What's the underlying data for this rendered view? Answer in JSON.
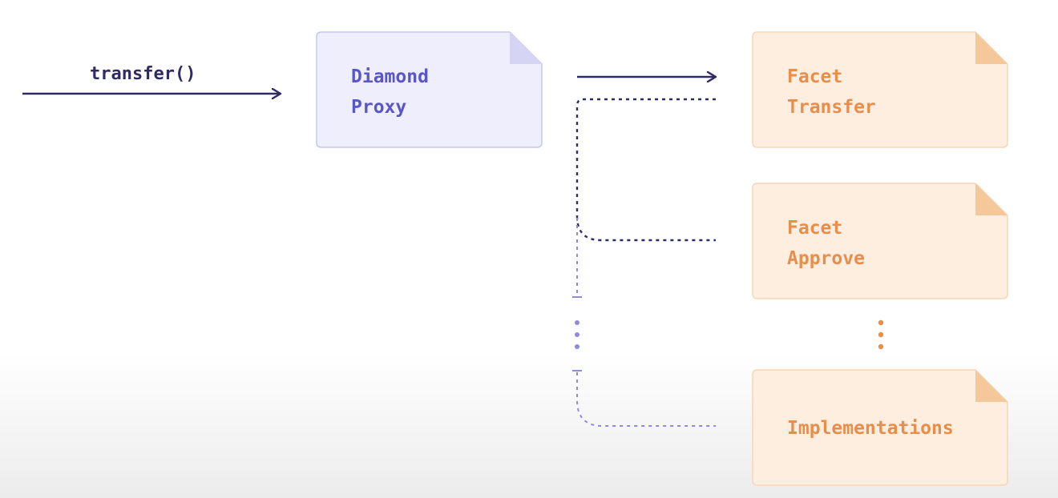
{
  "call": {
    "label": "transfer()"
  },
  "proxy": {
    "line1": "Diamond",
    "line2": "Proxy"
  },
  "facets": [
    {
      "line1": "Facet",
      "line2": "Transfer"
    },
    {
      "line1": "Facet",
      "line2": "Approve"
    },
    {
      "line1": "Implementations",
      "line2": ""
    }
  ],
  "colors": {
    "navy": "#2e2b63",
    "proxy_fill": "#eeeefc",
    "proxy_border": "#c7c5ef",
    "proxy_fold": "#d6d4f5",
    "proxy_text": "#5a55c8",
    "facet_fill": "#fdeee0",
    "facet_border": "#f7d6b6",
    "facet_fold": "#f5c89c",
    "facet_text": "#e98d4a",
    "light_purple": "#8f89dd",
    "dots_orange": "#e98d4a"
  }
}
